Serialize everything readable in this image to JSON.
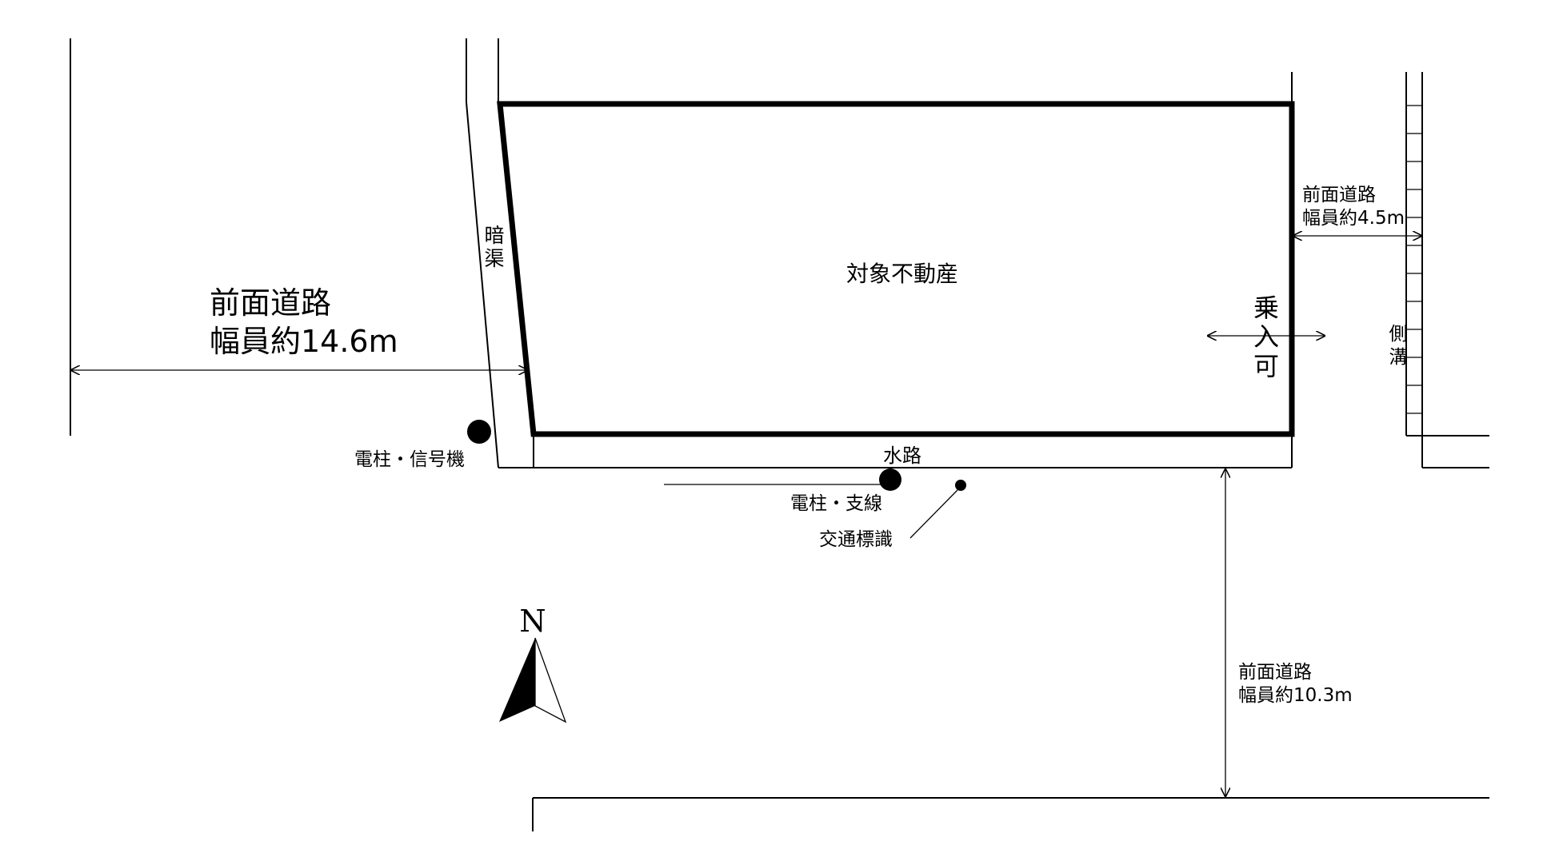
{
  "diagram": {
    "colors": {
      "ink": "#000000",
      "background": "#ffffff"
    },
    "labels": {
      "property": "対象不動産",
      "road_west_line1": "前面道路",
      "road_west_line2": "幅員約14.6m",
      "road_east_line1": "前面道路",
      "road_east_line2": "幅員約4.5m",
      "road_south_line1": "前面道路",
      "road_south_line2": "幅員約10.3m",
      "covered_drain": [
        "暗",
        "渠"
      ],
      "waterway": "水路",
      "pole_signal": "電柱・信号機",
      "pole_guy": "電柱・支線",
      "traffic_sign": "交通標識",
      "entry_ok": [
        "乗",
        "入",
        "可"
      ],
      "side_ditch": [
        "側",
        "溝"
      ],
      "north": "N"
    },
    "icons": {
      "north_arrow": "north-arrow-icon",
      "utility_pole": "utility-pole-icon",
      "sign_post": "traffic-sign-icon"
    }
  }
}
